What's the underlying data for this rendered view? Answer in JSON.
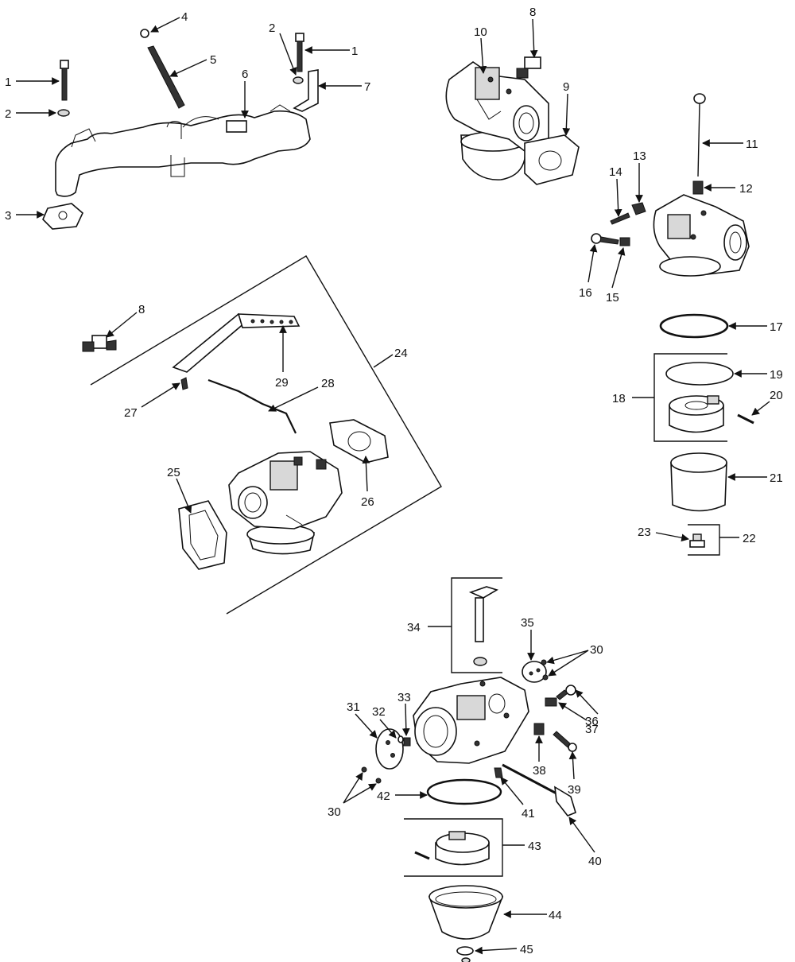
{
  "callouts": [
    {
      "id": "c1a",
      "text": "1"
    },
    {
      "id": "c2a",
      "text": "2"
    },
    {
      "id": "c3",
      "text": "3"
    },
    {
      "id": "c4",
      "text": "4"
    },
    {
      "id": "c5",
      "text": "5"
    },
    {
      "id": "c6",
      "text": "6"
    },
    {
      "id": "c2b",
      "text": "2"
    },
    {
      "id": "c1b",
      "text": "1"
    },
    {
      "id": "c7",
      "text": "7"
    },
    {
      "id": "c8a",
      "text": "8"
    },
    {
      "id": "c10",
      "text": "10"
    },
    {
      "id": "c9",
      "text": "9"
    },
    {
      "id": "c11",
      "text": "11"
    },
    {
      "id": "c12",
      "text": "12"
    },
    {
      "id": "c13",
      "text": "13"
    },
    {
      "id": "c14",
      "text": "14"
    },
    {
      "id": "c16",
      "text": "16"
    },
    {
      "id": "c15",
      "text": "15"
    },
    {
      "id": "c17",
      "text": "17"
    },
    {
      "id": "c18",
      "text": "18"
    },
    {
      "id": "c19",
      "text": "19"
    },
    {
      "id": "c20",
      "text": "20"
    },
    {
      "id": "c21",
      "text": "21"
    },
    {
      "id": "c22",
      "text": "22"
    },
    {
      "id": "c23",
      "text": "23"
    },
    {
      "id": "c8b",
      "text": "8"
    },
    {
      "id": "c24",
      "text": "24"
    },
    {
      "id": "c29",
      "text": "29"
    },
    {
      "id": "c28",
      "text": "28"
    },
    {
      "id": "c27",
      "text": "27"
    },
    {
      "id": "c25",
      "text": "25"
    },
    {
      "id": "c26",
      "text": "26"
    },
    {
      "id": "c34",
      "text": "34"
    },
    {
      "id": "c35",
      "text": "35"
    },
    {
      "id": "c30a",
      "text": "30"
    },
    {
      "id": "c36",
      "text": "36"
    },
    {
      "id": "c37",
      "text": "37"
    },
    {
      "id": "c31",
      "text": "31"
    },
    {
      "id": "c32",
      "text": "32"
    },
    {
      "id": "c33",
      "text": "33"
    },
    {
      "id": "c38",
      "text": "38"
    },
    {
      "id": "c39",
      "text": "39"
    },
    {
      "id": "c30b",
      "text": "30"
    },
    {
      "id": "c42",
      "text": "42"
    },
    {
      "id": "c41",
      "text": "41"
    },
    {
      "id": "c40",
      "text": "40"
    },
    {
      "id": "c43",
      "text": "43"
    },
    {
      "id": "c44",
      "text": "44"
    },
    {
      "id": "c45",
      "text": "45"
    }
  ]
}
